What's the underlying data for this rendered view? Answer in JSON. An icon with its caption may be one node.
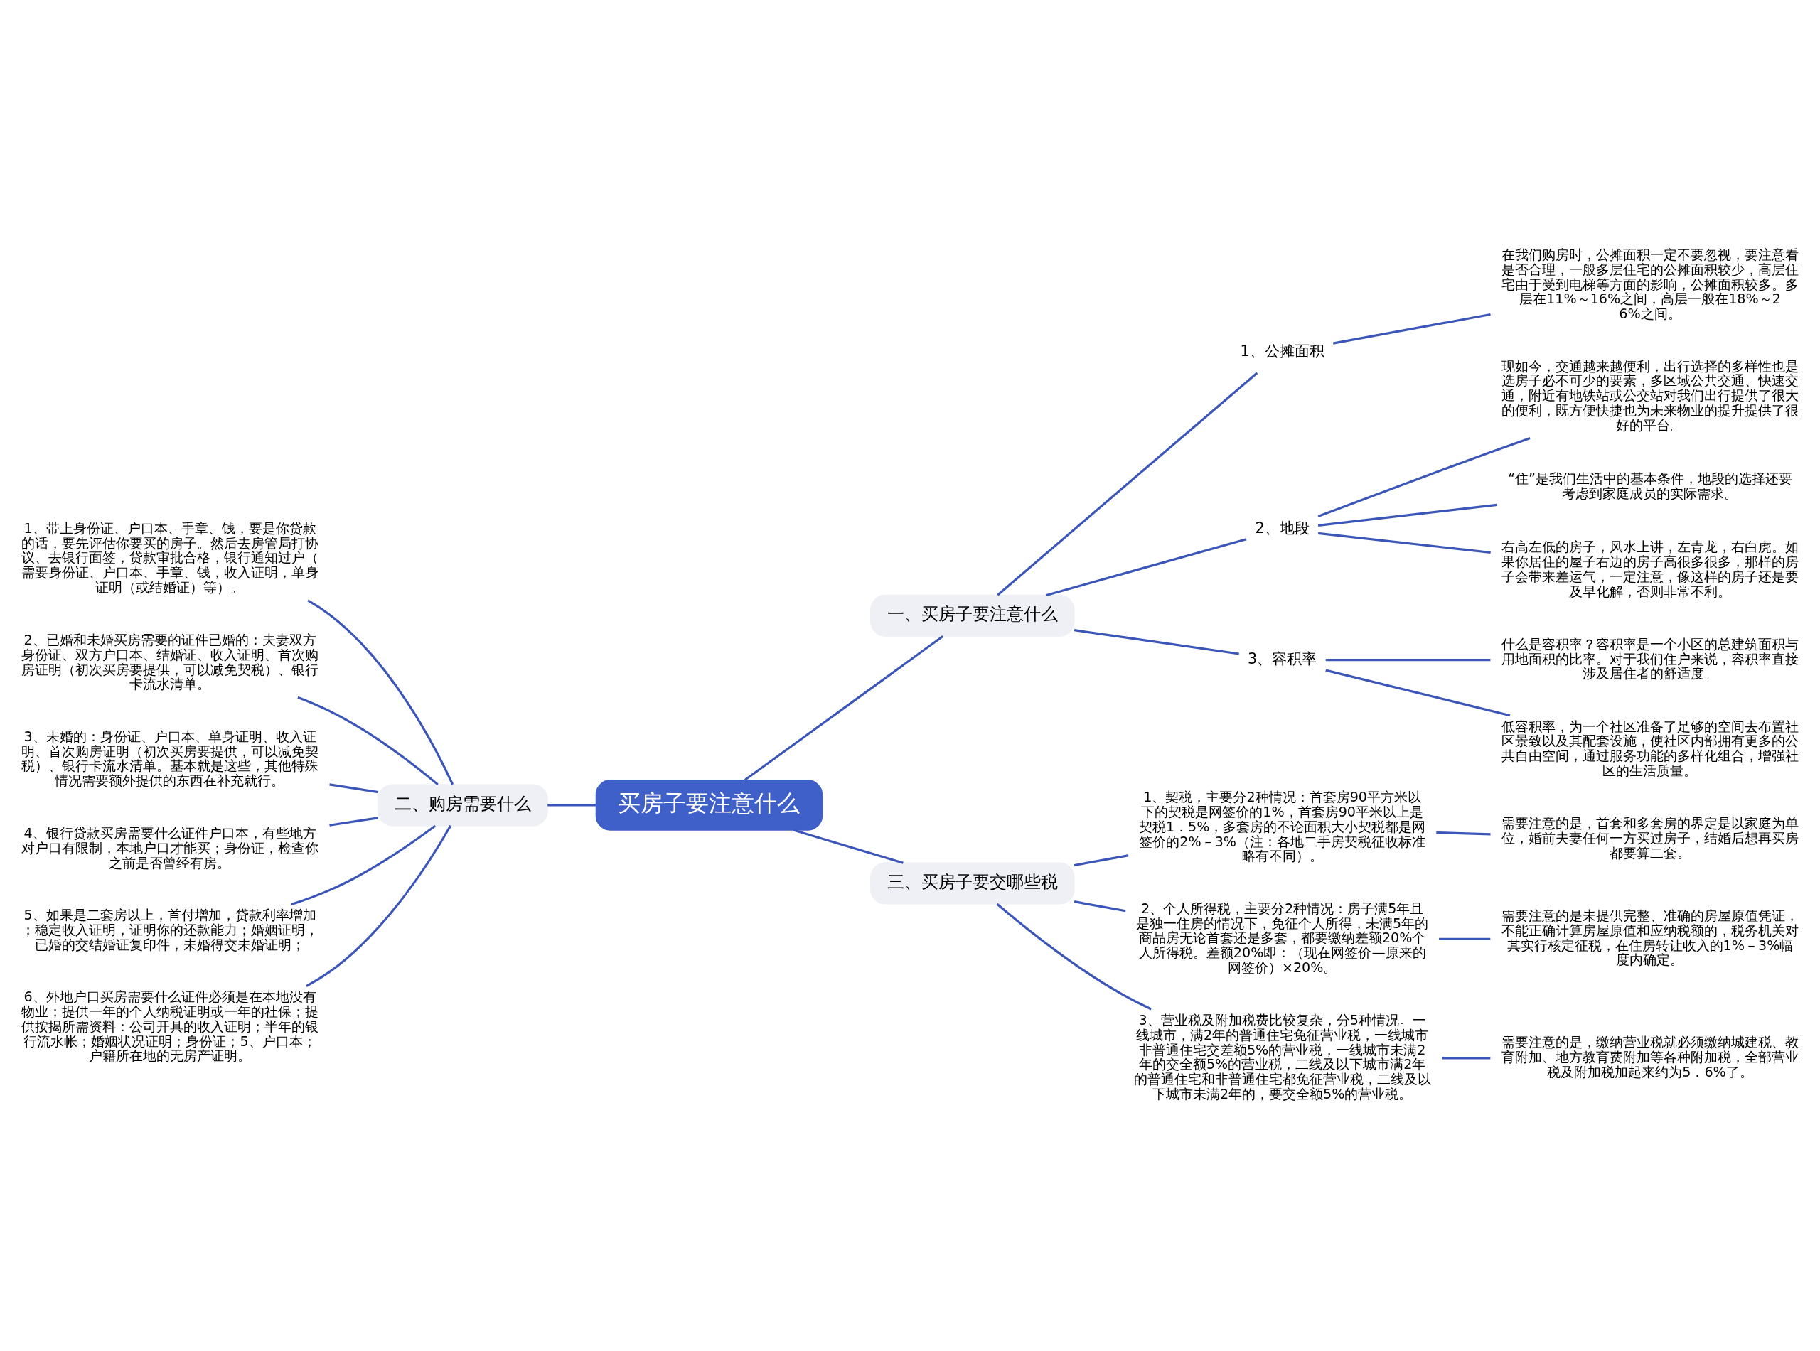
{
  "diagram": {
    "nodes": [
      {
        "text": [
          "买房子要注意什么"
        ]
      },
      {
        "text": [
          "一、买房子要注意什么"
        ]
      },
      {
        "text": [
          "1、公摊面积"
        ]
      },
      {
        "text": [
          "在我们购房时，公摊面积一定不要忽视，要注意看是否合理，一般多层住宅的公摊面积较少，高层住宅由于受到电梯等方面的影响，公摊面积较多。多层在11%～16%之间，高层一般在18%～26%之间。"
        ]
      },
      {
        "text": [
          "2、地段"
        ]
      },
      {
        "text": [
          "现如今，交通越来越便利，出行选择的多样性也是选房子必不可少的要素，多区域公共交通、快速交通，附近有地铁站或公交站对我们出行提供了很大的便利，既方便快捷也为未来物业的提升提供了很好的平台。"
        ]
      },
      {
        "text": [
          "“住”是我们生活中的基本条件，地段的选择还要考虑到家庭成员的实际需求。"
        ]
      },
      {
        "text": [
          "右高左低的房子，风水上讲，左青龙，右白虎。如果你居住的屋子右边的房子高很多很多，那样的房子会带来差运气，一定注意，像这样的房子还是要及早化解，否则非常不利。"
        ]
      },
      {
        "text": [
          "3、容积率"
        ]
      },
      {
        "text": [
          "什么是容积率？容积率是一个小区的总建筑面积与用地面积的比率。对于我们住户来说，容积率直接涉及居住者的舒适度。"
        ]
      },
      {
        "text": [
          "低容积率，为一个社区准备了足够的空间去布置社区景致以及其配套设施，使社区内部拥有更多的公共自由空间，通过服务功能的多样化组合，增强社区的生活质量。"
        ]
      },
      {
        "text": [
          "二、购房需要什么"
        ]
      },
      {
        "text": [
          "1、带上身份证、户口本、手章、钱，要是你贷款的话，要先评估你要买的房子。然后去房管局打协议、去银行面签，贷款审批合格，银行通知过户（需要身份证、户口本、手章、钱，收入证明，单身证明（或结婚证）等）。"
        ]
      },
      {
        "text": [
          "2、已婚和未婚买房需要的证件已婚的：夫妻双方身份证、双方户口本、结婚证、收入证明、首次购房证明（初次买房要提供，可以减免契税）、银行卡流水清单。"
        ]
      },
      {
        "text": [
          "3、未婚的：身份证、户口本、单身证明、收入证明、首次购房证明（初次买房要提供，可以减免契税）、银行卡流水清单。基本就是这些，其他特殊情况需要额外提供的东西在补充就行。"
        ]
      },
      {
        "text": [
          "4、银行贷款买房需要什么证件户口本，有些地方对户口有限制，本地户口才能买；身份证，检查你之前是否曾经有房。"
        ]
      },
      {
        "text": [
          "5、如果是二套房以上，首付增加，贷款利率增加；稳定收入证明，证明你的还款能力；婚姻证明，已婚的交结婚证复印件，未婚得交未婚证明；"
        ]
      },
      {
        "text": [
          "6、外地户口买房需要什么证件必须是在本地没有物业；提供一年的个人纳税证明或一年的社保；提供按揭所需资料：公司开具的收入证明；半年的银行流水帐；婚姻状况证明；身份证；5、户口本；户籍所在地的无房产证明。"
        ]
      },
      {
        "text": [
          "三、买房子要交哪些税"
        ]
      },
      {
        "text": [
          "1、契税，主要分2种情况：首套房90平方米以下的契税是网签价的1%，首套房90平米以上是契税1．5%，多套房的不论面积大小契税都是网签价的2%－3%（注：各地二手房契税征收标准略有不同）。"
        ]
      },
      {
        "text": [
          "需要注意的是，首套和多套房的界定是以家庭为单位，婚前夫妻任何一方买过房子，结婚后想再买房都要算二套。"
        ]
      },
      {
        "text": [
          "2、个人所得税，主要分2种情况：房子满5年且是独一住房的情况下，免征个人所得，未满5年的商品房无论首套还是多套，都要缴纳差额20%个人所得税。差额20%即：（现在网签价—原来的网签价）×20%。"
        ]
      },
      {
        "text": [
          "需要注意的是未提供完整、准确的房屋原值凭证，不能正确计算房屋原值和应纳税额的，税务机关对其实行核定征税，在住房转让收入的1%－3%幅度内确定。"
        ]
      },
      {
        "text": [
          "3、营业税及附加税费比较复杂，分5种情况。一线城市，满2年的普通住宅免征营业税，一线城市非普通住宅交差额5%的营业税，一线城市未满2年的交全额5%的营业税，二线及以下城市满2年的普通住宅和非普通住宅都免征营业税，二线及以下城市未满2年的，要交全额5%的营业税。"
        ]
      },
      {
        "text": [
          "需要注意的是，缴纳营业税就必须缴纳城建税、教育附加、地方教育费附加等各种附加税，全部营业税及附加税加起来约为5．6%了。"
        ]
      }
    ],
    "edges": [
      {
        "from": 0,
        "to": 1,
        "arrow": "none"
      },
      {
        "from": 1,
        "to": 2,
        "arrow": "none"
      },
      {
        "from": 2,
        "to": 3,
        "arrow": "none"
      },
      {
        "from": 1,
        "to": 4,
        "arrow": "none"
      },
      {
        "from": 4,
        "to": 5,
        "arrow": "none"
      },
      {
        "from": 4,
        "to": 6,
        "arrow": "none"
      },
      {
        "from": 4,
        "to": 7,
        "arrow": "none"
      },
      {
        "from": 1,
        "to": 8,
        "arrow": "none"
      },
      {
        "from": 8,
        "to": 9,
        "arrow": "none"
      },
      {
        "from": 8,
        "to": 10,
        "arrow": "none"
      },
      {
        "from": 0,
        "to": 11,
        "arrow": "none"
      },
      {
        "from": 11,
        "to": 12,
        "arrow": "none"
      },
      {
        "from": 11,
        "to": 13,
        "arrow": "none"
      },
      {
        "from": 11,
        "to": 14,
        "arrow": "none"
      },
      {
        "from": 11,
        "to": 15,
        "arrow": "none"
      },
      {
        "from": 11,
        "to": 16,
        "arrow": "none"
      },
      {
        "from": 11,
        "to": 17,
        "arrow": "none"
      },
      {
        "from": 0,
        "to": 18,
        "arrow": "none"
      },
      {
        "from": 18,
        "to": 19,
        "arrow": "none"
      },
      {
        "from": 19,
        "to": 20,
        "arrow": "none"
      },
      {
        "from": 18,
        "to": 21,
        "arrow": "none"
      },
      {
        "from": 21,
        "to": 22,
        "arrow": "none"
      },
      {
        "from": 18,
        "to": 23,
        "arrow": "none"
      },
      {
        "from": 23,
        "to": 24,
        "arrow": "none"
      }
    ]
  }
}
